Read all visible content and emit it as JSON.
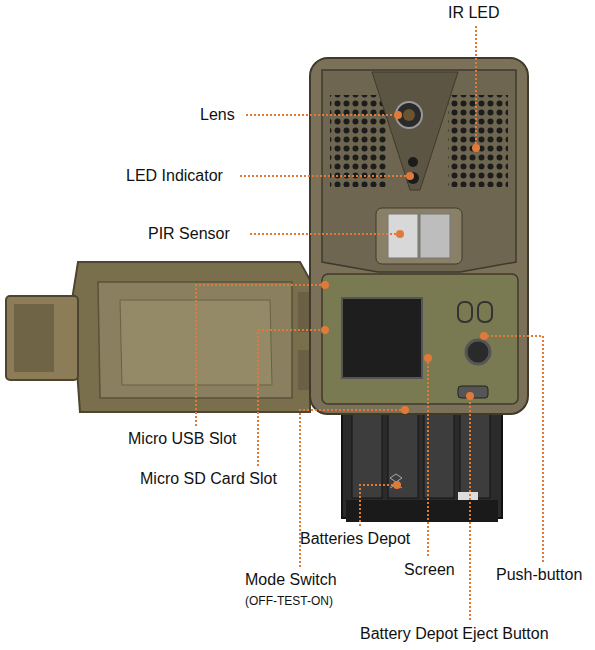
{
  "diagram": {
    "labels": [
      "IR LED",
      "Lens",
      "LED Indicator",
      "PIR Sensor",
      "Micro USB Slot",
      "Micro SD Card Slot",
      "Batteries Depot",
      "Mode Switch",
      "(OFF-TEST-ON)",
      "Screen",
      "Push-button",
      "Battery Depot Eject Button"
    ]
  }
}
